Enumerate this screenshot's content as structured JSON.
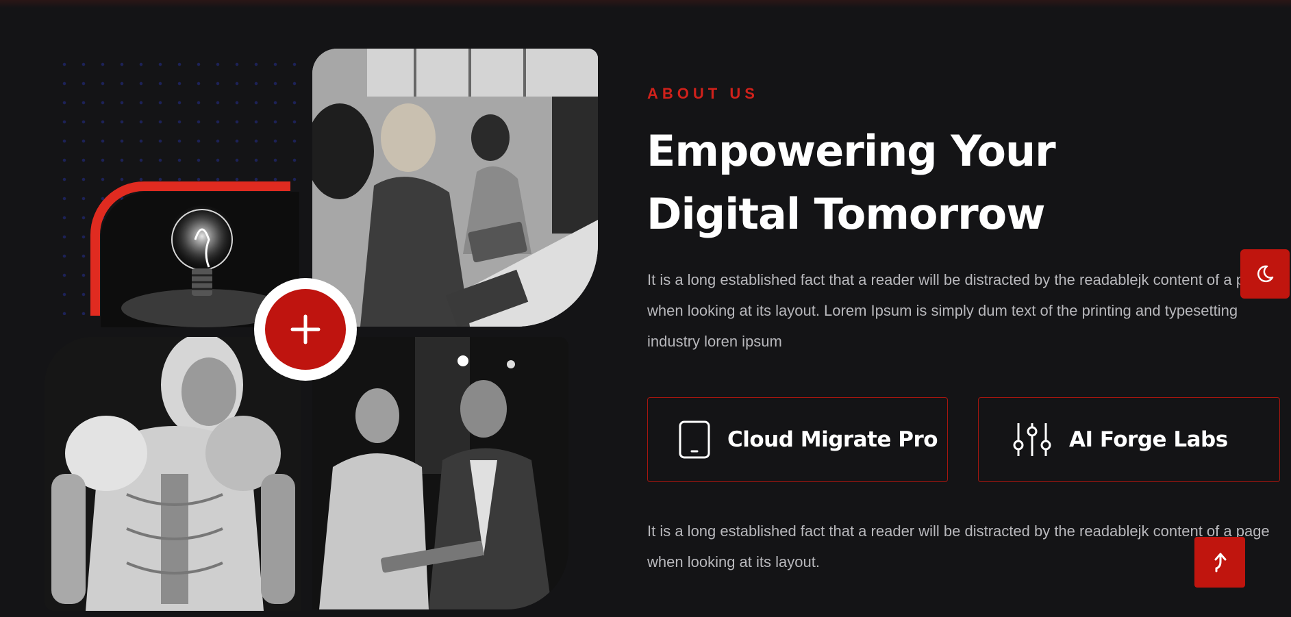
{
  "about": {
    "eyebrow": "ABOUT US",
    "heading": "Empowering Your Digital Tomorrow",
    "paragraph1": "It is a long established fact that a reader will be distracted by the readablejk content of a page when looking at its layout. Lorem Ipsum is simply dum text of the printing and typesetting industry loren ipsum",
    "paragraph2": "It is a long established fact that a reader will be distracted by the readablejk content of a page when looking at its layout."
  },
  "features": [
    {
      "label": "Cloud Migrate Pro",
      "icon": "tablet-icon"
    },
    {
      "label": "AI Forge Labs",
      "icon": "sliders-icon"
    }
  ],
  "gallery": {
    "center_button_icon": "plus-icon",
    "images": [
      "lightbulb-image",
      "team-working-image",
      "robot-image",
      "business-meeting-image"
    ]
  },
  "floating_buttons": {
    "theme_toggle_icon": "moon-icon",
    "scroll_top_icon": "arrow-up-icon"
  },
  "colors": {
    "background": "#141416",
    "accent": "#c0150e",
    "accent_bright": "#e02b20",
    "text_muted": "#b8b8bc",
    "dot_grid": "#1d2258"
  }
}
